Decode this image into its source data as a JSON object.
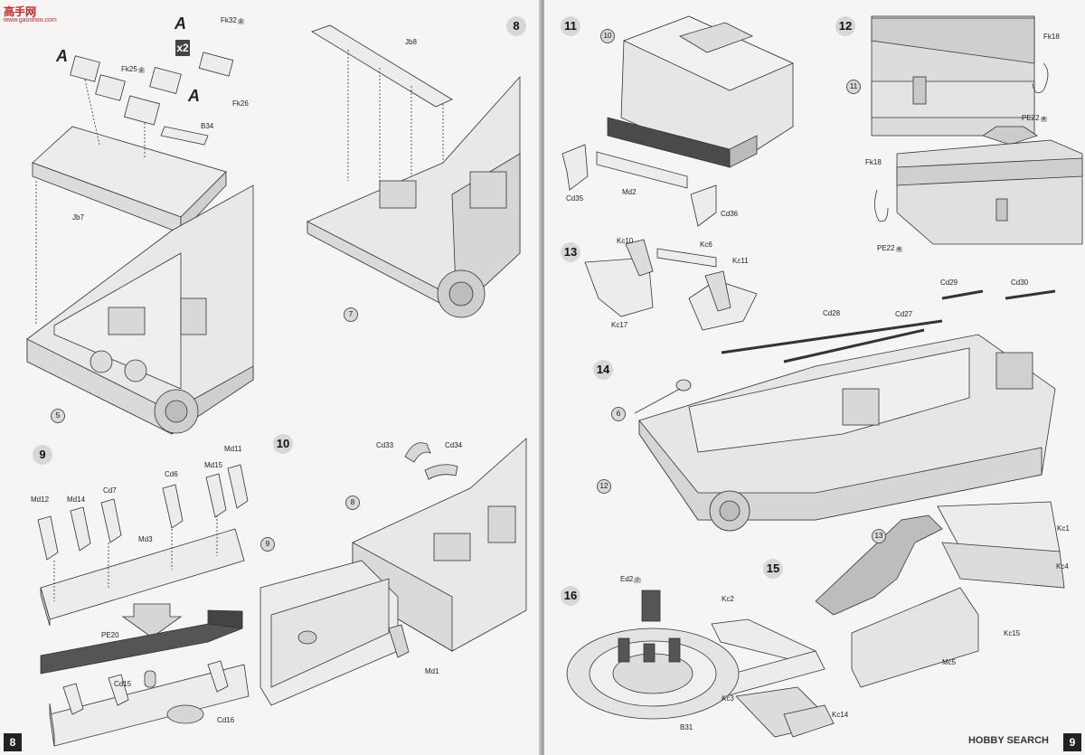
{
  "watermark": {
    "site": "高手网",
    "url": "www.gaoshou.com"
  },
  "footer_watermark": "HOBBY SEARCH",
  "left_page": {
    "page_number": "8",
    "steps": [
      {
        "number": "A",
        "labels": {
          "fk32": "Fk32",
          "fk32_badge": "2",
          "fk25": "Fk25",
          "fk25_badge": "2",
          "fk26": "Fk26",
          "b34": "B34",
          "jb7": "Jb7",
          "a1": "A",
          "a2": "A",
          "mult": "x2",
          "ref5": "5"
        }
      },
      {
        "number": "8",
        "labels": {
          "jb8": "Jb8",
          "ref7": "7"
        }
      },
      {
        "number": "9",
        "labels": {
          "md12": "Md12",
          "md14": "Md14",
          "cd7": "Cd7",
          "cd6": "Cd6",
          "md15": "Md15",
          "md11": "Md11",
          "md3": "Md3",
          "pe20": "PE20",
          "cd15": "Cd15",
          "cd16": "Cd16"
        }
      },
      {
        "number": "10",
        "labels": {
          "cd33": "Cd33",
          "cd34": "Cd34",
          "ref8": "8",
          "ref9": "9",
          "md1": "Md1"
        }
      }
    ]
  },
  "right_page": {
    "page_number": "9",
    "steps": [
      {
        "number": "11",
        "labels": {
          "ref10": "10",
          "cd35": "Cd35",
          "md2": "Md2",
          "cd36": "Cd36"
        }
      },
      {
        "number": "12",
        "labels": {
          "ref11": "11",
          "fk18a": "Fk18",
          "pe22a": "PE22",
          "pe22a_badge": "4",
          "fk18b": "Fk18",
          "pe22b": "PE22",
          "pe22b_badge": "4"
        }
      },
      {
        "number": "13",
        "labels": {
          "kc10": "Kc10",
          "kc6": "Kc6",
          "kc11": "Kc11",
          "kc17": "Kc17"
        }
      },
      {
        "number": "14",
        "labels": {
          "cd28": "Cd28",
          "cd27": "Cd27",
          "cd29": "Cd29",
          "cd30": "Cd30",
          "ref6": "6",
          "ref12": "12"
        }
      },
      {
        "number": "15",
        "labels": {
          "ref13": "13",
          "kc1": "Kc1",
          "kc4": "Kc4",
          "kc2": "Kc2",
          "kc15": "Kc15",
          "mc5": "Mc5",
          "kc3": "Kc3",
          "kc14": "Kc14"
        }
      },
      {
        "number": "16",
        "labels": {
          "ed2": "Ed2",
          "ed2_badge": "7",
          "b31": "B31"
        }
      }
    ]
  }
}
